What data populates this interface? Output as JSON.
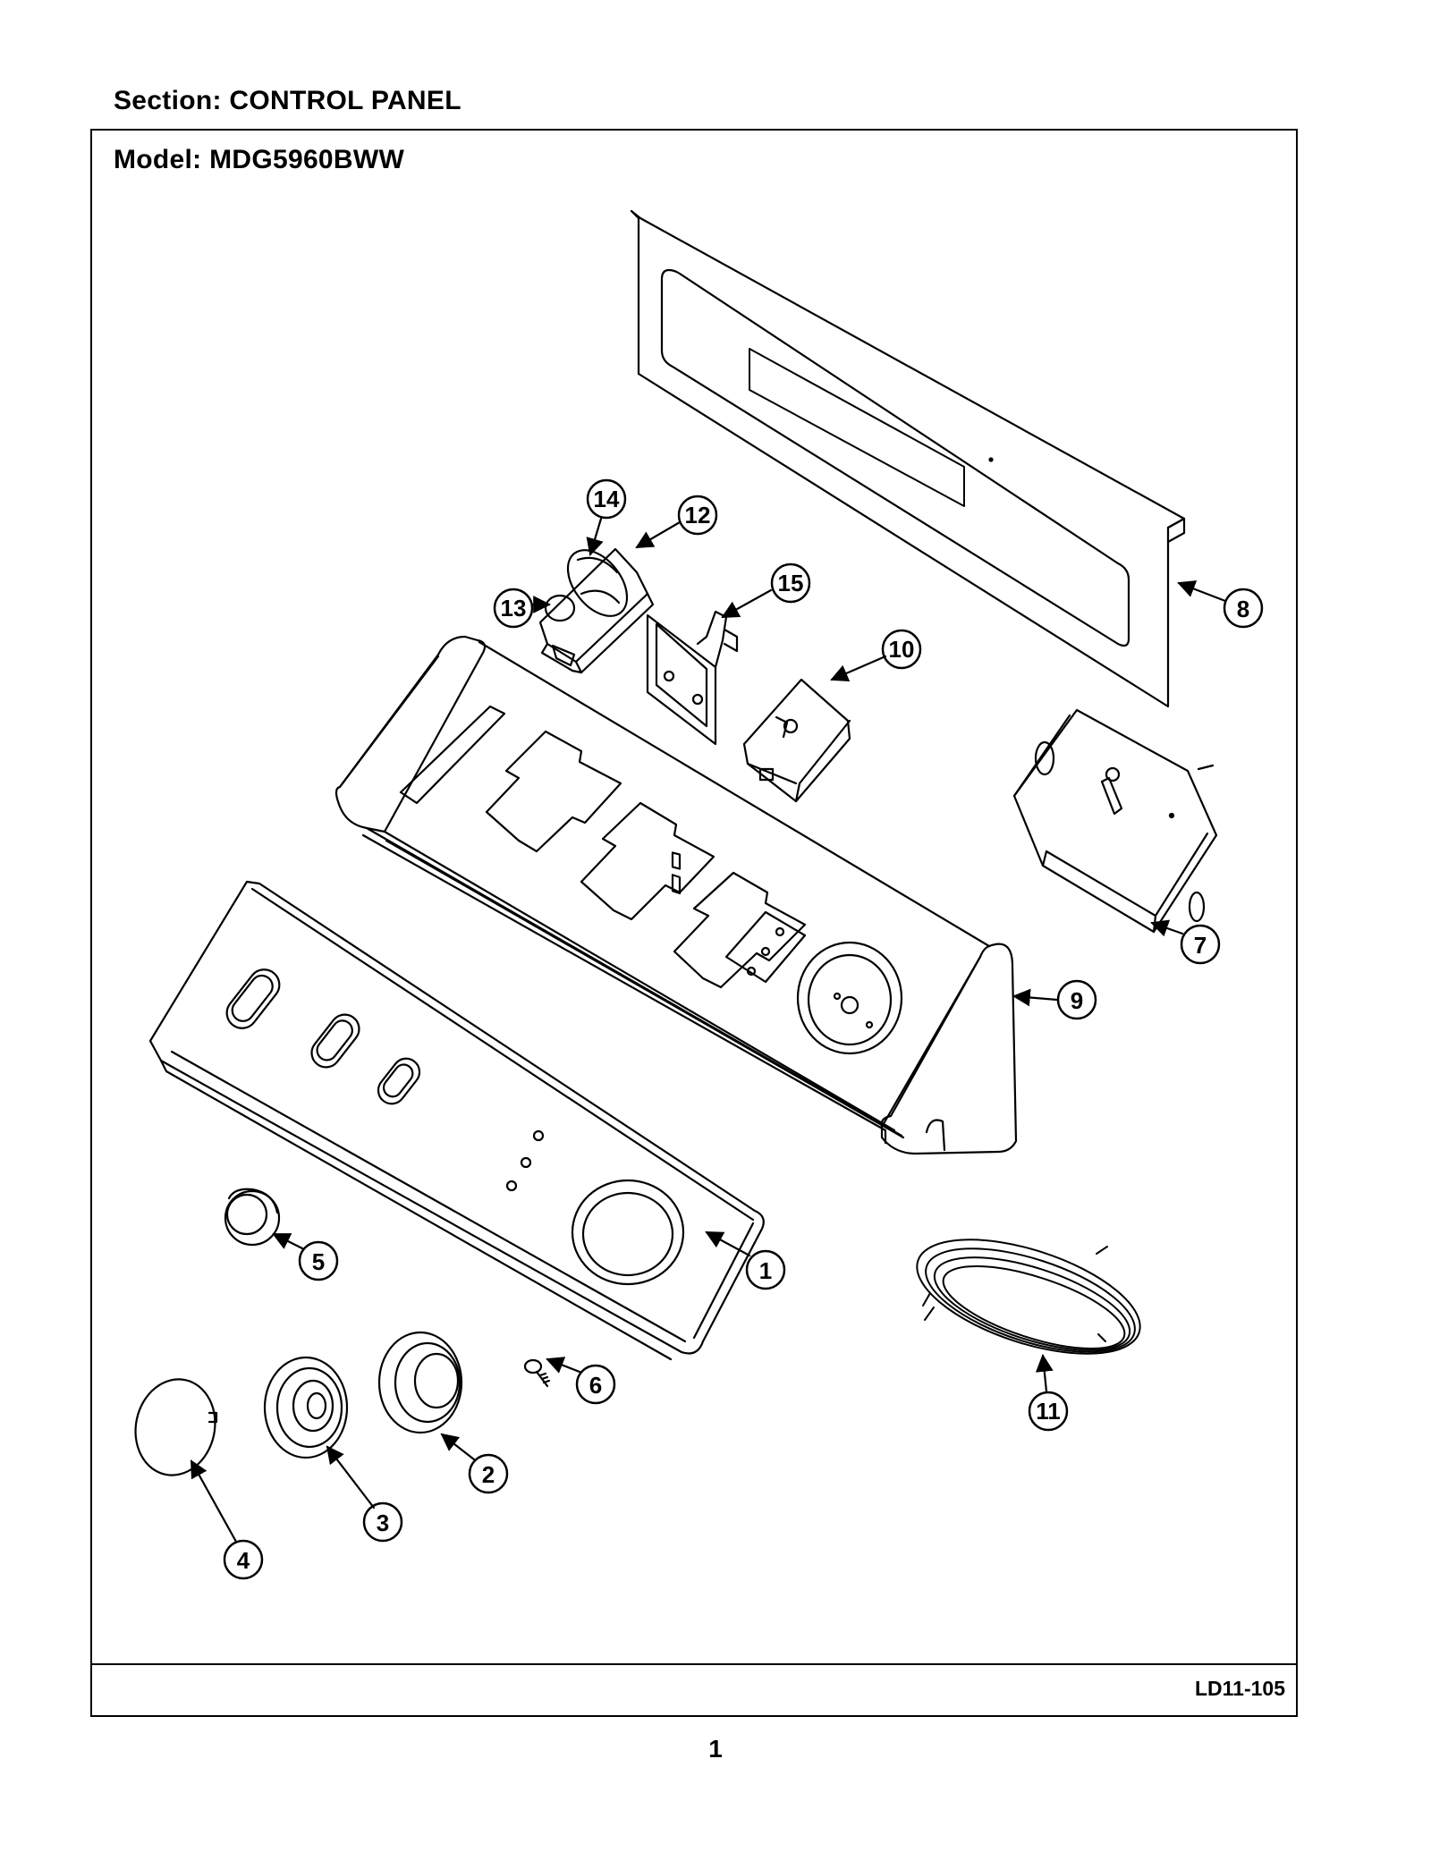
{
  "header": {
    "section_label": "Section:  CONTROL PANEL",
    "model_label": "Model:  MDG5960BWW"
  },
  "footer": {
    "drawing_code": "LD11-105",
    "page_number": "1"
  },
  "callouts": [
    "1",
    "2",
    "3",
    "4",
    "5",
    "6",
    "7",
    "8",
    "9",
    "10",
    "11",
    "12",
    "13",
    "14",
    "15"
  ]
}
